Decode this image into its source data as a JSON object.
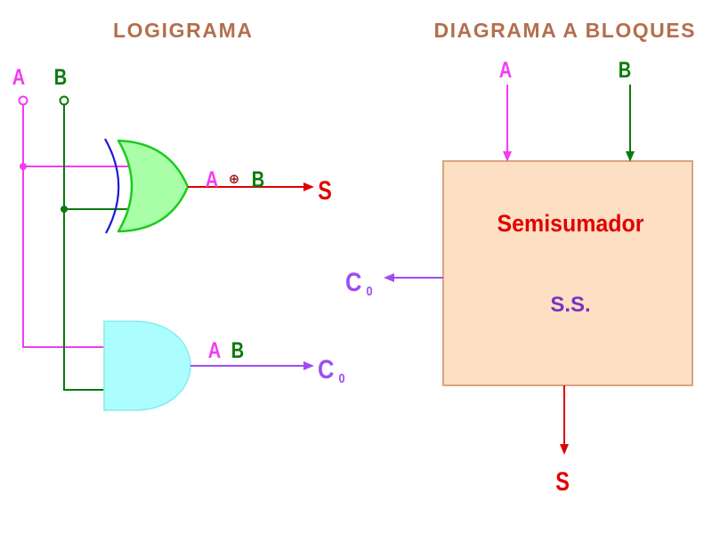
{
  "logigrama": {
    "title": "LOGIGRAMA",
    "inputs": {
      "a": "A",
      "b": "B"
    },
    "xor_gate": {
      "expression": {
        "a": "A",
        "operator": "⊕",
        "b": "B"
      },
      "output": "S"
    },
    "and_gate": {
      "expression": {
        "a": "A",
        "b": "B"
      },
      "output": {
        "symbol": "C",
        "subscript": "0"
      }
    }
  },
  "diagrama_bloques": {
    "title": "DIAGRAMA A BLOQUES",
    "inputs": {
      "a": "A",
      "b": "B"
    },
    "block": {
      "name": "Semisumador",
      "abbreviation": "S.S."
    },
    "outputs": {
      "carry": {
        "symbol": "C",
        "subscript": "0"
      },
      "sum": "S"
    }
  },
  "colors": {
    "title": "#b36f4d",
    "magenta": "#f23cf2",
    "green": "#0b7a0b",
    "red": "#e00000",
    "purple": "#9e4cf4",
    "violet": "#7b32c4",
    "oplus": "#9c1515",
    "xor_fill": "#a8ffa8",
    "xor_stroke": "#1ccb1c",
    "xor_input_curve": "#1a1ad4",
    "and_fill": "#acfdfd",
    "and_stroke": "#86ecec",
    "block_fill": "#fddfc3",
    "block_stroke": "#d9a481"
  }
}
